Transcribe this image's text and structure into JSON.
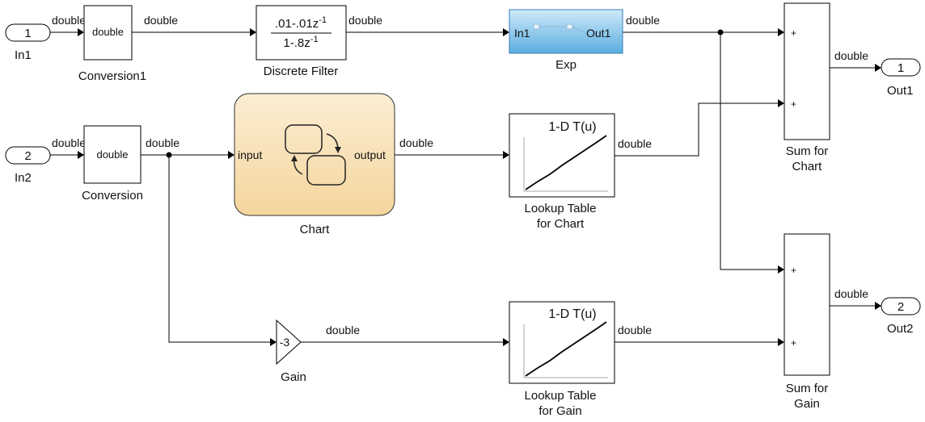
{
  "signal_type": "double",
  "in1": {
    "number": "1",
    "label": "In1"
  },
  "in2": {
    "number": "2",
    "label": "In2"
  },
  "out1": {
    "number": "1",
    "label": "Out1"
  },
  "out2": {
    "number": "2",
    "label": "Out2"
  },
  "conversion1": {
    "content": "double",
    "label": "Conversion1"
  },
  "conversion": {
    "content": "double",
    "label": "Conversion"
  },
  "discrete_filter": {
    "num_base": ".01-.01z",
    "num_exp": "-1",
    "den_base": "1-.8z",
    "den_exp": "-1",
    "label": "Discrete Filter"
  },
  "exp": {
    "in_port": "In1",
    "out_port": "Out1",
    "label": "Exp"
  },
  "chart": {
    "in_port": "input",
    "out_port": "output",
    "label": "Chart"
  },
  "lookup_chart": {
    "title": "1-D T(u)",
    "label_line1": "Lookup Table",
    "label_line2": "for Chart"
  },
  "lookup_gain": {
    "title": "1-D T(u)",
    "label_line1": "Lookup Table",
    "label_line2": "for Gain"
  },
  "gain": {
    "value": "-3",
    "label": "Gain"
  },
  "sum_chart": {
    "sign1": "+",
    "sign2": "+",
    "label_line1": "Sum for",
    "label_line2": "Chart"
  },
  "sum_gain": {
    "sign1": "+",
    "sign2": "+",
    "label_line1": "Sum for",
    "label_line2": "Gain"
  }
}
